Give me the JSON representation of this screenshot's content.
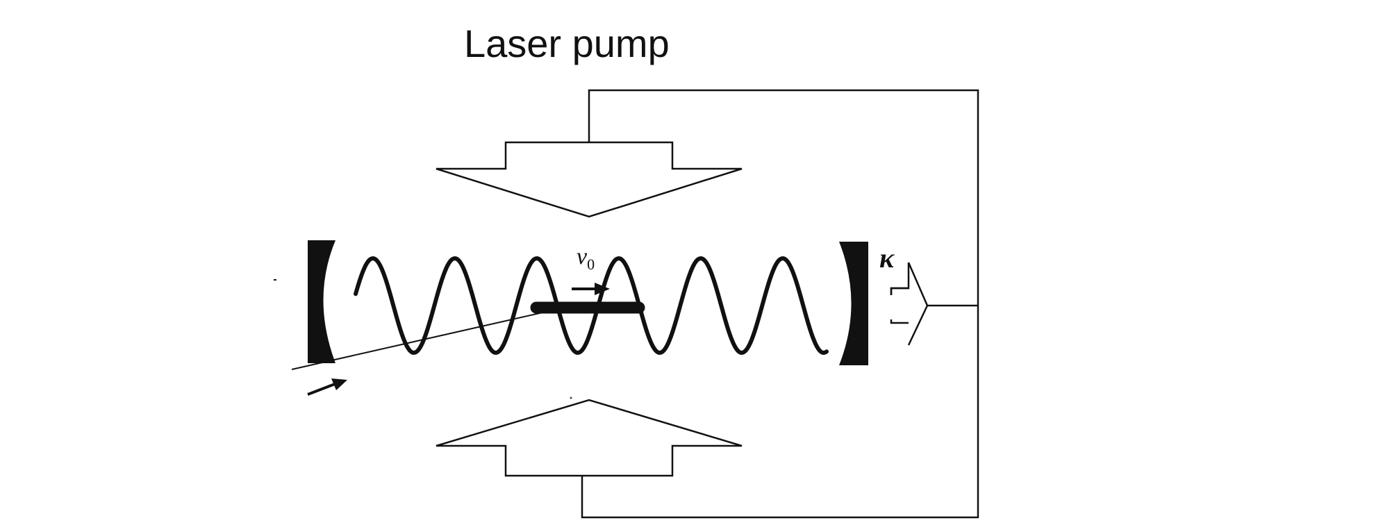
{
  "title": "Laser pump",
  "labels": {
    "velocity_symbol": "v",
    "velocity_subscript": "0",
    "decay_symbol": "κ"
  },
  "colors": {
    "ink": "#111111",
    "background": "#ffffff"
  }
}
